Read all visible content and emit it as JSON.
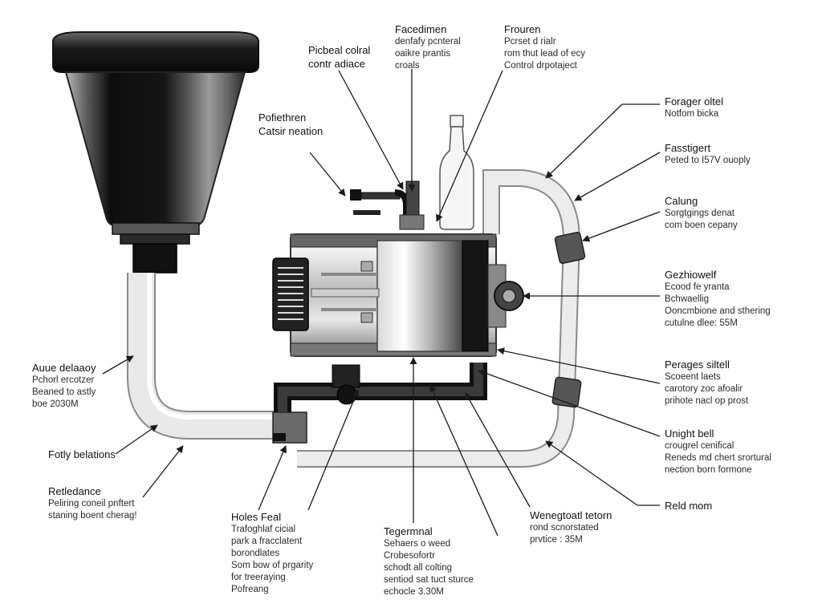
{
  "colors": {
    "background": "#ffffff",
    "ink": "#1b1b1b",
    "metal_dark": "#1a1a1a",
    "metal_mid": "#8c8c8c",
    "metal_light": "#e6e6e6",
    "pipe": "#d9d9d9",
    "pipe_outline": "#8a8a8a"
  },
  "labels": [
    {
      "key": "l1",
      "title": "Facedimen",
      "lines": [
        "denfafy pcnteral",
        "oaikre prantis",
        "croals"
      ]
    },
    {
      "key": "l2",
      "title": "Frouren",
      "lines": [
        "Pcrset d rialr",
        "rom thut lead of ecy",
        "Control drpotaject"
      ]
    },
    {
      "key": "l3",
      "title": "Picbeal colral",
      "lines": [
        "contr adiace"
      ]
    },
    {
      "key": "l4",
      "title": "Pofiethren",
      "lines": [
        "Catsir neation"
      ]
    },
    {
      "key": "l5",
      "title": "Forager oltel",
      "lines": [
        "Notfom bicka"
      ]
    },
    {
      "key": "l6",
      "title": "Fasstigert",
      "lines": [
        "Peted to I57V ouoply"
      ]
    },
    {
      "key": "l7",
      "title": "Calung",
      "lines": [
        "Sorgtgings denat",
        "com boen cepany"
      ]
    },
    {
      "key": "l8",
      "title": "Gezhiowelf",
      "lines": [
        "Ecood fe yranta",
        "Bchwaellig",
        "Ooncmbione and sthering",
        "cutulne dlee: 55M"
      ]
    },
    {
      "key": "l9",
      "title": "Perages siltell",
      "lines": [
        "Scoeent laets",
        "carotory zoc afoalir",
        "prihote nacl op prost"
      ]
    },
    {
      "key": "l10",
      "title": "Unight bell",
      "lines": [
        "crougrel cenifical",
        "Reneds md chert srortural",
        "nection born formone"
      ]
    },
    {
      "key": "l11",
      "title": "Reld mom",
      "lines": []
    },
    {
      "key": "l12",
      "title": "Wenegtoatl tetorn",
      "lines": [
        "rond scnorstated",
        "prvtice : 35M"
      ]
    },
    {
      "key": "l13",
      "title": "Tegermnal",
      "lines": [
        "Sehaers o weed",
        "Crobesofortr",
        "schodt all colting",
        "sentiod sat tuct sturce",
        "echocle 3.30M"
      ]
    },
    {
      "key": "l14",
      "title": "Holes Feal",
      "lines": [
        "Trafoghlaf cicial",
        "park a fracclatent",
        "borondlates",
        "Som bow of prgarity",
        "for treeraying",
        "Pofreang"
      ]
    },
    {
      "key": "l15",
      "title": "Auue delaaoy",
      "lines": [
        "Pchorl ercotzer",
        "Beaned to astly",
        "boe 2030M"
      ]
    },
    {
      "key": "l16",
      "title": "Fotly belations",
      "lines": []
    },
    {
      "key": "l17",
      "title": "Retledance",
      "lines": [
        "Peliring coneil pnftert",
        "staning boent cherag!"
      ]
    }
  ]
}
